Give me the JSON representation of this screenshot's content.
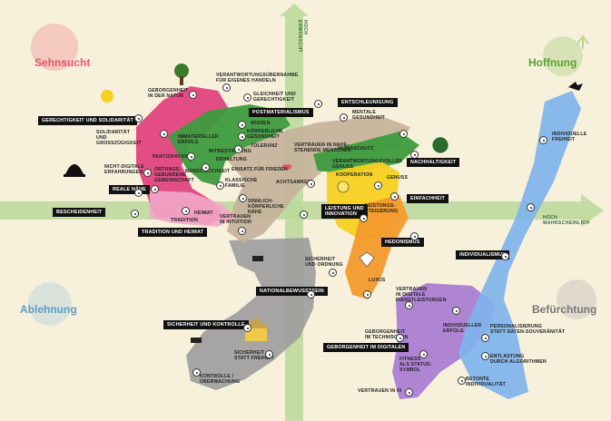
{
  "corners": {
    "top_left": "Sehnsucht",
    "top_right": "Hoffnung",
    "bottom_left": "Ablehnung",
    "bottom_right": "Befürchtung"
  },
  "axes": {
    "vertical": "HOCH\nERWÜNSCHT",
    "horizontal": "HOCH\nWAHRSCHEINLICH"
  },
  "colors": {
    "background": "#f7f1dc",
    "axis": "#b9d89a",
    "sehnsucht": "#e8556a",
    "hoffnung": "#7ab648",
    "ablehnung": "#7fb6d6",
    "befuerchtung": "#888888",
    "pink": "#e03f7c",
    "green": "#3d9b3d",
    "tan": "#c4b29a",
    "yellow": "#f6d020",
    "orange": "#f39a2c",
    "purple": "#a77bd1",
    "blue": "#7fb4ec",
    "gray": "#9c9c9c"
  },
  "tags": [
    "GERECHTIGKEIT UND SOLIDARITÄT",
    "POSTMATERIALISMUS",
    "ENTSCHLEUNIGUNG",
    "REALE NÄHE",
    "BESCHEIDENHEIT",
    "TRADITION UND HEIMAT",
    "NACHHALTIGKEIT",
    "EINFACHHEIT",
    "LEISTUNG UND\nINNOVATION",
    "HEDONISMUS",
    "INDIVIDUALISMUS",
    "NATIONALBEWUSSTSEIN",
    "SICHERHEIT UND KONTROLLE",
    "GEBORGENHEIT IM DIGITALEN"
  ],
  "labels": [
    "GEBORGENHEIT\nIN DER NATUR",
    "VERANTWORTUNGSÜBERNAHME\nFÜR EIGENES HANDELN",
    "GLEICHHEIT UND\nGERECHTIGKEIT",
    "SOLIDARITÄT\nUND\nGROSSZÜGIGKEIT",
    "WISSEN",
    "KÖRPERLICHE\nGESUNDHEIT",
    "IMMATERIELLER\nERFOLG",
    "TOLERANZ",
    "NICHT-DIGITALE\nERFAHRUNGEN",
    "PARTIZIPATION",
    "ORTUNGS-\nGEBUNDENE\nGEMEINSCHAFT",
    "MITBESTIMMUNG",
    "ERHALTUNG",
    "MENSCHLICHKEIT",
    "EINSATZ FÜR FRIEDEN",
    "KLASSISCHE\nFAMILIE",
    "HEIMAT",
    "TRADITION",
    "SINNLICH-\nKÖRPERLICHE\nNÄHE",
    "VERTRAUEN\nIN INTUITION",
    "ACHTSAMKEIT",
    "MENTALE\nGESUNDHEIT",
    "VERTRAUEN IN NAHE-\nSTEHENDE MENSCHEN",
    "KLIMASCHUTZ",
    "VERANTWORTUNGSVOLLER\nGENUSS",
    "KOOPERATION",
    "GENUSS",
    "LEISTUNGS-\nSTEIGERUNG",
    "LUXUS",
    "INDIVIDUELLE\nFREIHEIT",
    "SICHERHEIT\nUND ORDNUNG",
    "VERTRAUEN\nIN DIGITALE\nDIENSTLEISTUNGEN",
    "GEBORGENHEIT\nIM TECHNISCHEN",
    "INDIVIDUELLER\nERFOLG",
    "PERSONALISIERUNG\nSTATT DATEN-SOUVERÄNITÄT",
    "ENTLASTUNG\nDURCH ALGORITHMEN",
    "FITNESS\nALS STATUS-\nSYMBOL",
    "BETONTE\nINDIVIDUALITÄT",
    "VERTRAUEN IN KI",
    "SICHERHEIT\nSTATT FREIHEIT",
    "KONTROLLE /\nÜBERWACHUNG"
  ]
}
